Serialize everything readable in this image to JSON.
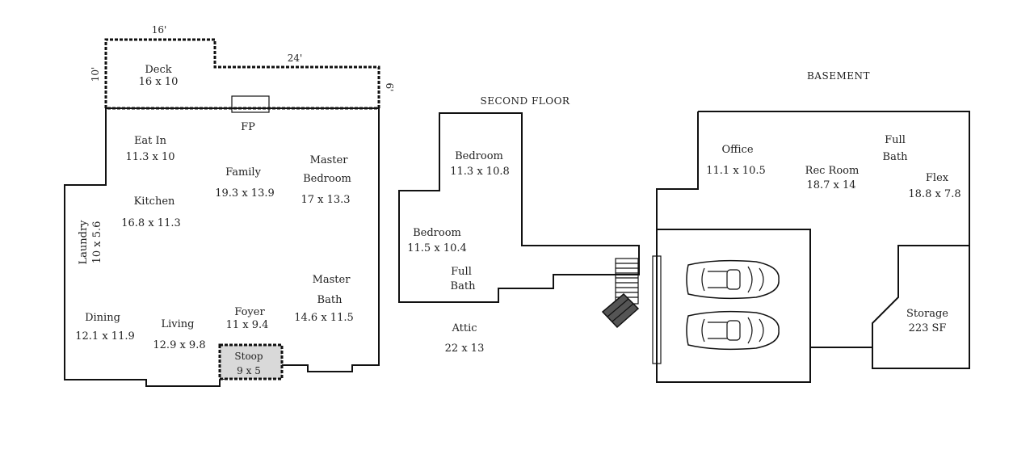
{
  "main_floor": {
    "deck": {
      "name": "Deck",
      "size": "16 x 10"
    },
    "deck_dims": {
      "top": "16'",
      "right_long": "24'",
      "left": "10'",
      "right_short": "6'"
    },
    "fireplace": "FP",
    "eat_in": {
      "name": "Eat In",
      "size": "11.3 x 10"
    },
    "family": {
      "name": "Family",
      "size": "19.3 x 13.9"
    },
    "master_bedroom": {
      "name1": "Master",
      "name2": "Bedroom",
      "size": "17 x 13.3"
    },
    "kitchen": {
      "name": "Kitchen",
      "size": "16.8 x 11.3"
    },
    "laundry": {
      "name": "Laundry",
      "size": "10 x 5.6"
    },
    "master_bath": {
      "name1": "Master",
      "name2": "Bath",
      "size": "14.6 x 11.5"
    },
    "dining": {
      "name": "Dining",
      "size": "12.1 x 11.9"
    },
    "living": {
      "name": "Living",
      "size": "12.9 x 9.8"
    },
    "foyer": {
      "name": "Foyer",
      "size": "11 x 9.4"
    },
    "stoop": {
      "name": "Stoop",
      "size": "9 x 5"
    }
  },
  "second_floor": {
    "title": "SECOND FLOOR",
    "bedroom_1": {
      "name": "Bedroom",
      "size": "11.3 x 10.8"
    },
    "bedroom_2": {
      "name": "Bedroom",
      "size": "11.5 x 10.4"
    },
    "full_bath": {
      "name1": "Full",
      "name2": "Bath"
    },
    "attic": {
      "name": "Attic",
      "size": "22 x 13"
    }
  },
  "basement": {
    "title": "BASEMENT",
    "office": {
      "name": "Office",
      "size": "11.1 x 10.5"
    },
    "rec_room": {
      "name": "Rec Room",
      "size": "18.7 x 14"
    },
    "full_bath": {
      "name1": "Full",
      "name2": "Bath"
    },
    "flex": {
      "name": "Flex",
      "size": "18.8 x 7.8"
    },
    "storage": {
      "name": "Storage",
      "size": "223 SF"
    }
  }
}
